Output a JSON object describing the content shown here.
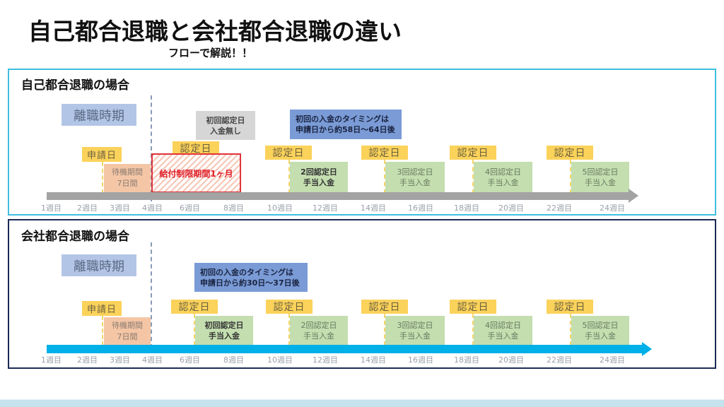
{
  "header": {
    "title": "自己都合退職と会社都合退職の違い",
    "subtitle": "フローで解説！！"
  },
  "week_labels": [
    "1週目",
    "2週目",
    "3週目",
    "4週目",
    "6週目",
    "8週目",
    "10週目",
    "12週目",
    "14週目",
    "16週目",
    "18週目",
    "20週目",
    "22週目",
    "24週目"
  ],
  "self": {
    "title": "自己都合退職の場合",
    "period": "離職時期",
    "no_payment_note": [
      "初回認定日",
      "入金無し"
    ],
    "timing_note": [
      "初回の入金のタイミングは",
      "申請日から約58日〜64日後"
    ],
    "application_day": "申請日",
    "waiting": [
      "待機期間",
      "7日間"
    ],
    "restriction": "給付制限期間1ヶ月",
    "certification_label": "認定日",
    "payments": [
      {
        "line1": "2回認定日",
        "line2": "手当入金"
      },
      {
        "line1": "3回認定日",
        "line2": "手当入金"
      },
      {
        "line1": "4回認定日",
        "line2": "手当入金"
      },
      {
        "line1": "5回認定日",
        "line2": "手当入金"
      }
    ],
    "bar_color": "#a3a3a3"
  },
  "company": {
    "title": "会社都合退職の場合",
    "period": "離職時期",
    "timing_note": [
      "初回の入金のタイミングは",
      "申請日から約30日〜37日後"
    ],
    "application_day": "申請日",
    "waiting": [
      "待機期間",
      "7日間"
    ],
    "certification_label": "認定日",
    "payments": [
      {
        "line1": "初回認定日",
        "line2": "手当入金"
      },
      {
        "line1": "2回認定日",
        "line2": "手当入金"
      },
      {
        "line1": "3回認定日",
        "line2": "手当入金"
      },
      {
        "line1": "4回認定日",
        "line2": "手当入金"
      },
      {
        "line1": "5回認定日",
        "line2": "手当入金"
      }
    ],
    "bar_color": "#00b0e8"
  },
  "colors": {
    "top_panel_border": "#3fbfe0",
    "bottom_panel_border": "#1b2a55",
    "tag": "#fbd25a",
    "payment": "#c4deb0",
    "waiting": "#f4c6a6",
    "restriction": "#e0323a",
    "period": "#b2c5e6",
    "timing_note": "#7a9bd6"
  }
}
